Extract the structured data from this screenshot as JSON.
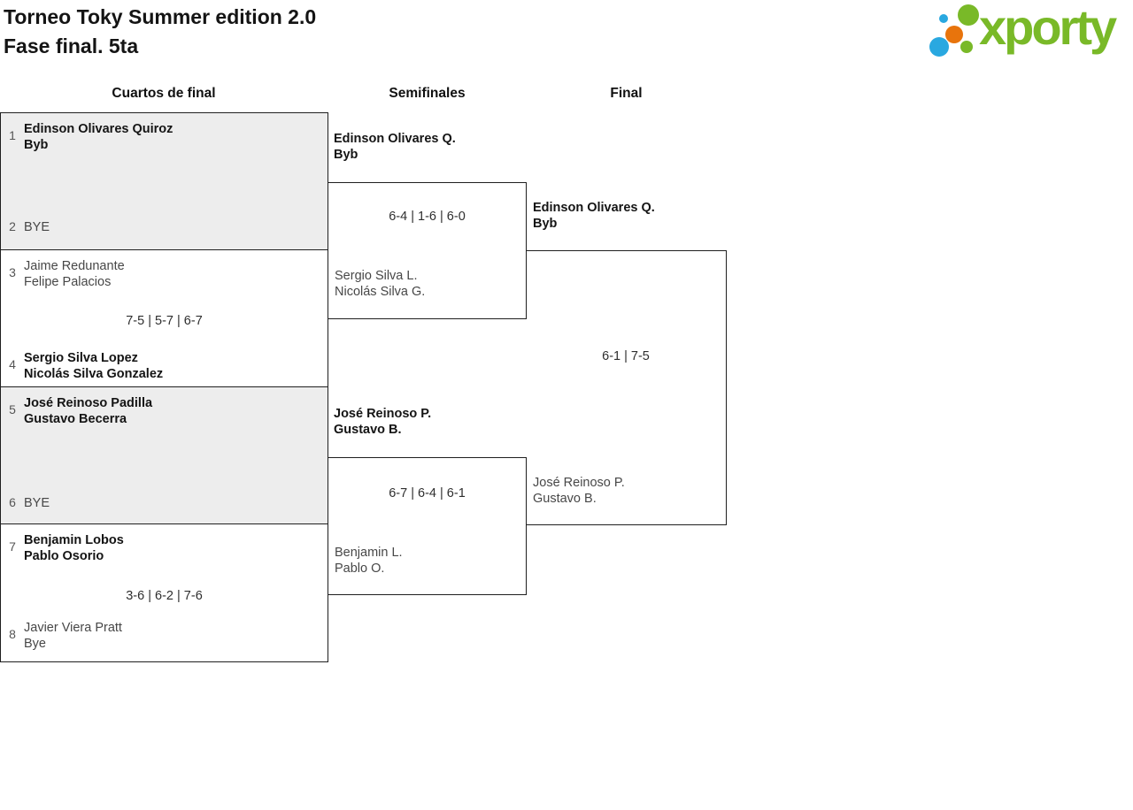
{
  "title": {
    "line1": "Torneo Toky Summer edition 2.0",
    "line2": "Fase final. 5ta"
  },
  "logo": {
    "text": "xporty",
    "colors": {
      "green": "#79b928",
      "blue": "#29a8e0",
      "orange": "#e8740c"
    }
  },
  "round_headers": {
    "quarterfinals": "Cuartos de final",
    "semifinals": "Semifinales",
    "final": "Final"
  },
  "colors": {
    "match_alt_background": "#ededed",
    "border": "#1f1f1f",
    "loser_text": "#474747",
    "seed_text": "#555555"
  },
  "quarterfinals": [
    {
      "seed_top": "1",
      "top_line1": "Edinson Olivares Quiroz",
      "top_line2": "Byb",
      "score": "",
      "seed_bottom": "2",
      "bottom_line1": "BYE",
      "bottom_line2": ""
    },
    {
      "seed_top": "3",
      "top_line1": "Jaime Redunante",
      "top_line2": "Felipe Palacios",
      "score": "7-5 | 5-7 | 6-7",
      "seed_bottom": "4",
      "bottom_line1": "Sergio Silva Lopez",
      "bottom_line2": "Nicolás Silva Gonzalez"
    },
    {
      "seed_top": "5",
      "top_line1": "José Reinoso Padilla",
      "top_line2": "Gustavo Becerra",
      "score": "",
      "seed_bottom": "6",
      "bottom_line1": "BYE",
      "bottom_line2": ""
    },
    {
      "seed_top": "7",
      "top_line1": "Benjamin Lobos",
      "top_line2": "Pablo Osorio",
      "score": "3-6 | 6-2 | 7-6",
      "seed_bottom": "8",
      "bottom_line1": "Javier Viera Pratt",
      "bottom_line2": "Bye"
    }
  ],
  "semifinals": [
    {
      "winner_line1": "Edinson Olivares Q.",
      "winner_line2": "Byb",
      "score": "6-4 | 1-6 | 6-0",
      "loser_line1": "Sergio Silva L.",
      "loser_line2": "Nicolás Silva G."
    },
    {
      "winner_line1": "José Reinoso P.",
      "winner_line2": "Gustavo B.",
      "score": "6-7 | 6-4 | 6-1",
      "loser_line1": "Benjamin L.",
      "loser_line2": "Pablo O."
    }
  ],
  "final": {
    "winner_line1": "Edinson Olivares Q.",
    "winner_line2": "Byb",
    "score": "6-1 | 7-5",
    "loser_line1": "José Reinoso P.",
    "loser_line2": "Gustavo B."
  }
}
